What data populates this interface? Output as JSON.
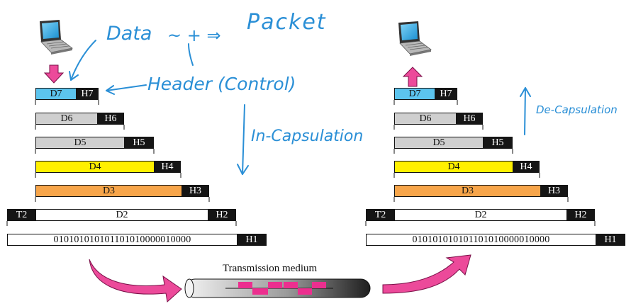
{
  "colors": {
    "d7": "#5cc4ee",
    "d6": "#cfcfcf",
    "d5": "#cfcfcf",
    "d4": "#fff000",
    "d3": "#f7a54a",
    "d2": "#ffffff",
    "bits": "#ffffff",
    "header": "#151515",
    "pink": "#ec4a9a",
    "annotation": "#2a8fd6"
  },
  "layers": {
    "d7": "D7",
    "h7": "H7",
    "d6": "D6",
    "h6": "H6",
    "d5": "D5",
    "h5": "H5",
    "d4": "D4",
    "h4": "H4",
    "d3": "D3",
    "h3": "H3",
    "t2": "T2",
    "d2": "D2",
    "h2": "H2",
    "bits": "01010101010110101000001000 0",
    "h1": "H1"
  },
  "bits_text": "010101010101101010000010000",
  "medium": {
    "label": "Transmission medium"
  },
  "annotations": {
    "data": "Data",
    "plus": "~ + ⇒",
    "packet": "Packet",
    "header_control": "Header (Control)",
    "encapsulation": "In-Capsulation",
    "decapsulation": "De-Capsulation"
  },
  "icons": {
    "sender": "laptop-icon",
    "receiver": "laptop-icon",
    "down": "down-arrow-icon",
    "up": "up-arrow-icon"
  }
}
